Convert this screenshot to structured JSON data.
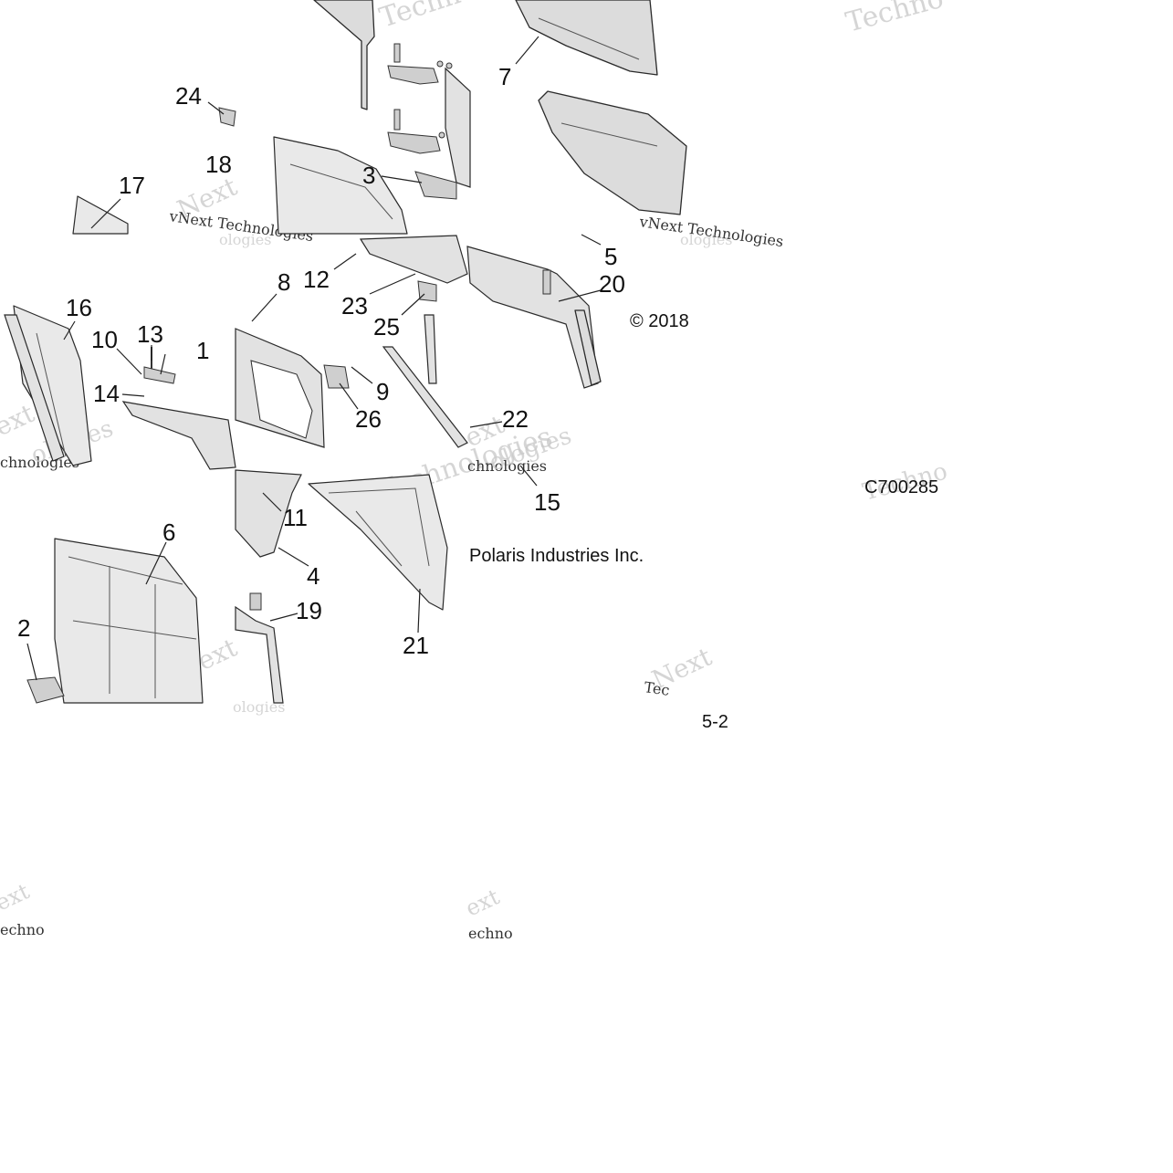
{
  "diagram": {
    "callouts": [
      "1",
      "2",
      "3",
      "4",
      "5",
      "6",
      "7",
      "8",
      "9",
      "10",
      "11",
      "12",
      "13",
      "14",
      "15",
      "16",
      "17",
      "18",
      "19",
      "20",
      "21",
      "22",
      "23",
      "24",
      "25",
      "26"
    ],
    "copyright": "© 2018",
    "company": "Polaris Industries Inc.",
    "illustration_code": "C700285",
    "page_ref": "5-2",
    "watermark": {
      "brand": "vNext",
      "word": "Technologies",
      "partial": "Tec",
      "small_full": "vNext Technologies",
      "fragment_next": "Next",
      "fragment_ext": "ext",
      "fragment_nologies": "nologies",
      "fragment_chnologies": "chnologies",
      "fragment_techno": "Techno",
      "fragment_ologies": "ologies",
      "fragment_echno": "echno"
    }
  }
}
